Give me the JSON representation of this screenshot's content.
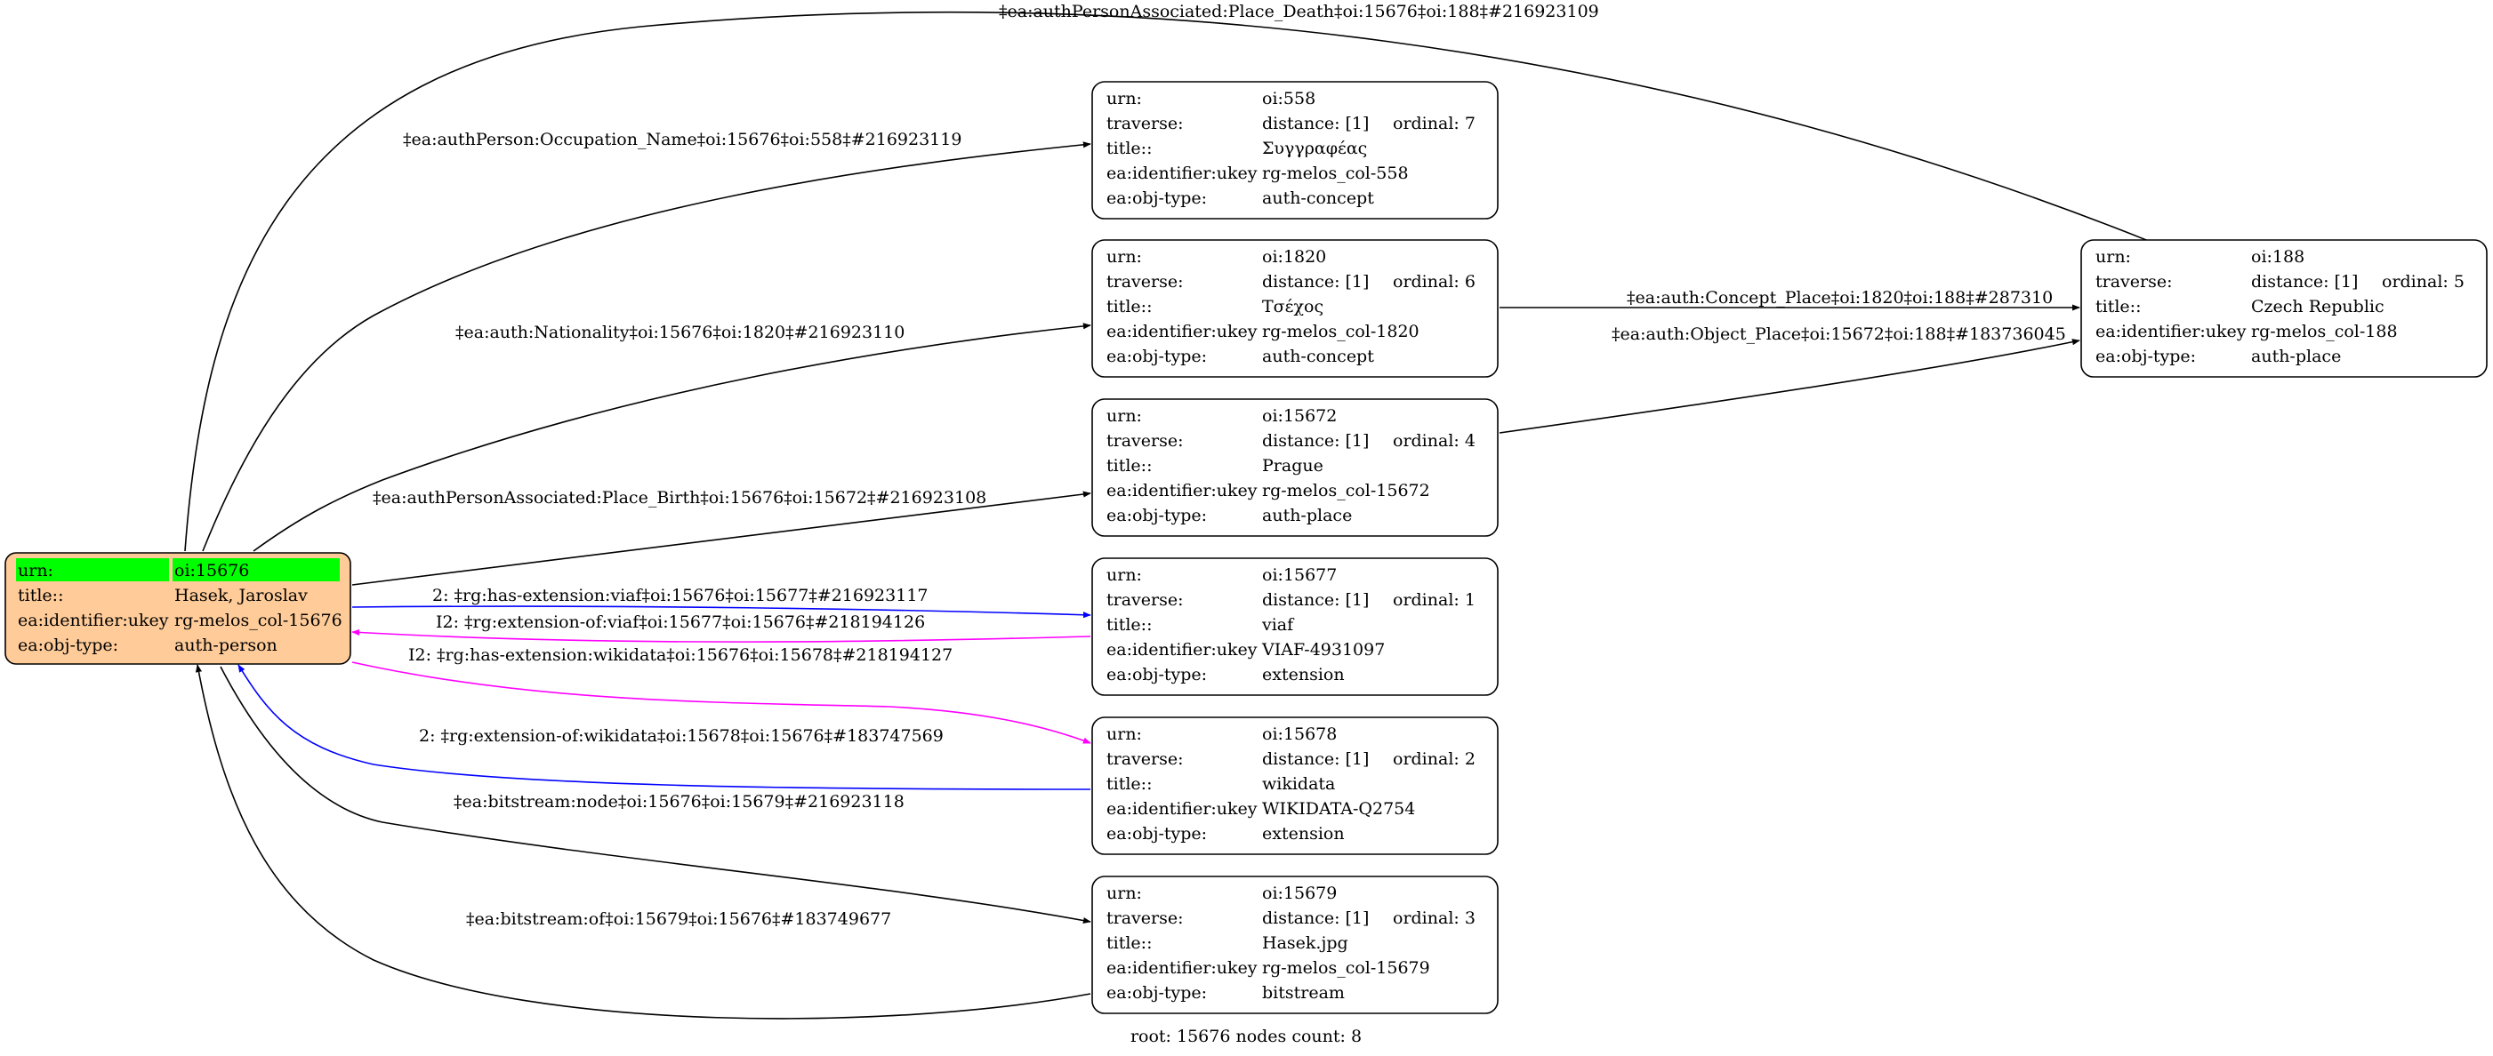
{
  "root_node": {
    "rows": [
      {
        "key": "urn:",
        "value": "oi:15676"
      },
      {
        "key": "title::",
        "value": "Hasek, Jaroslav"
      },
      {
        "key": "ea:identifier:ukey",
        "value": "rg-melos_col-15676"
      },
      {
        "key": "ea:obj-type:",
        "value": "auth-person"
      }
    ],
    "fill": "#ffcc99",
    "highlight": "#00ff00"
  },
  "nodes": [
    {
      "id": "n558",
      "urn": "oi:558",
      "distance": "distance: [1]",
      "ordinal": "ordinal: 7",
      "title": "Συγγραφέας",
      "ukey": "rg-melos_col-558",
      "objtype": "auth-concept"
    },
    {
      "id": "n1820",
      "urn": "oi:1820",
      "distance": "distance: [1]",
      "ordinal": "ordinal: 6",
      "title": "Τσέχος",
      "ukey": "rg-melos_col-1820",
      "objtype": "auth-concept"
    },
    {
      "id": "n15672",
      "urn": "oi:15672",
      "distance": "distance: [1]",
      "ordinal": "ordinal: 4",
      "title": "Prague",
      "ukey": "rg-melos_col-15672",
      "objtype": "auth-place"
    },
    {
      "id": "n15677",
      "urn": "oi:15677",
      "distance": "distance: [1]",
      "ordinal": "ordinal: 1",
      "title": "viaf",
      "ukey": "VIAF-4931097",
      "objtype": "extension"
    },
    {
      "id": "n15678",
      "urn": "oi:15678",
      "distance": "distance: [1]",
      "ordinal": "ordinal: 2",
      "title": "wikidata",
      "ukey": "WIKIDATA-Q2754",
      "objtype": "extension"
    },
    {
      "id": "n15679",
      "urn": "oi:15679",
      "distance": "distance: [1]",
      "ordinal": "ordinal: 3",
      "title": "Hasek.jpg",
      "ukey": "rg-melos_col-15679",
      "objtype": "bitstream"
    },
    {
      "id": "n188",
      "urn": "oi:188",
      "distance": "distance: [1]",
      "ordinal": "ordinal: 5",
      "title": "Czech Republic",
      "ukey": "rg-melos_col-188",
      "objtype": "auth-place"
    }
  ],
  "row_keys": {
    "urn": "urn:",
    "traverse": "traverse:",
    "title": "title::",
    "ukey": "ea:identifier:ukey",
    "objtype": "ea:obj-type:"
  },
  "edges": {
    "place_death": "‡ea:authPersonAssociated:Place_Death‡oi:15676‡oi:188‡#216923109",
    "occupation": "‡ea:authPerson:Occupation_Name‡oi:15676‡oi:558‡#216923119",
    "nationality": "‡ea:auth:Nationality‡oi:15676‡oi:1820‡#216923110",
    "place_birth": "‡ea:authPersonAssociated:Place_Birth‡oi:15676‡oi:15672‡#216923108",
    "has_ext_viaf": "2: ‡rg:has-extension:viaf‡oi:15676‡oi:15677‡#216923117",
    "ext_of_viaf": "I2: ‡rg:extension-of:viaf‡oi:15677‡oi:15676‡#218194126",
    "has_ext_wikidata": "I2: ‡rg:has-extension:wikidata‡oi:15676‡oi:15678‡#218194127",
    "ext_of_wikidata": "2: ‡rg:extension-of:wikidata‡oi:15678‡oi:15676‡#183747569",
    "bitstream_node": "‡ea:bitstream:node‡oi:15676‡oi:15679‡#216923118",
    "bitstream_of": "‡ea:bitstream:of‡oi:15679‡oi:15676‡#183749677",
    "concept_place": "‡ea:auth:Concept_Place‡oi:1820‡oi:188‡#287310",
    "object_place": "‡ea:auth:Object_Place‡oi:15672‡oi:188‡#183736045"
  },
  "edge_colors": {
    "default": "#000000",
    "blue": "#0000ff",
    "magenta": "#ff00ff"
  },
  "caption": "root: 15676 nodes count: 8"
}
